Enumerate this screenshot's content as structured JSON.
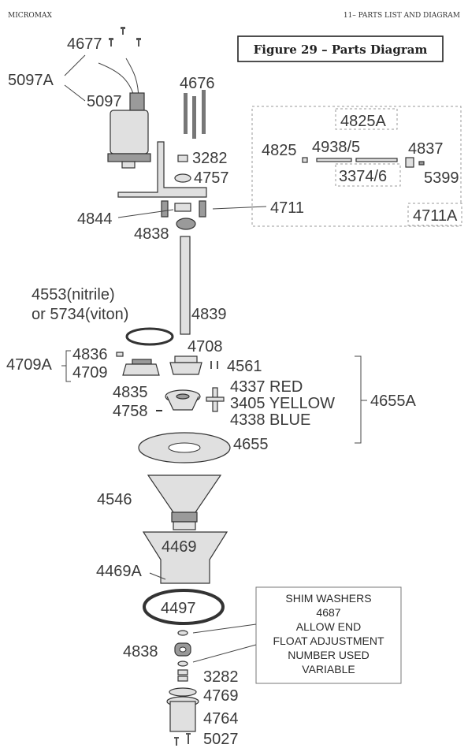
{
  "header": {
    "left": "MICROMAX",
    "right": "11– PARTS LIST AND DIAGRAM"
  },
  "figure_title": "Figure 29 – Parts Diagram",
  "labels": {
    "p4677": "4677",
    "p5097A": "5097A",
    "p5097": "5097",
    "p4676": "4676",
    "p3282_top": "3282",
    "p4757": "4757",
    "p4825A": "4825A",
    "p4825": "4825",
    "p4938_5": "4938/5",
    "p4837": "4837",
    "p3374_6": "3374/6",
    "p5399": "5399",
    "p4711": "4711",
    "p4711A": "4711A",
    "p4844": "4844",
    "p4838_top": "4838",
    "p4553": "4553(nitrile)",
    "p5734": "or 5734(viton)",
    "p4839": "4839",
    "p4708": "4708",
    "p4836": "4836",
    "p4709A": "4709A",
    "p4709": "4709",
    "p4561": "4561",
    "p4337": "4337 RED",
    "p3405": "3405 YELLOW",
    "p4338": "4338 BLUE",
    "p4835": "4835",
    "p4758": "4758",
    "p4655A": "4655A",
    "p4655": "4655",
    "p4546": "4546",
    "p4469": "4469",
    "p4469A": "4469A",
    "p4497": "4497",
    "p4838_bottom": "4838",
    "p3282_bottom": "3282",
    "p4769": "4769",
    "p4764": "4764",
    "p5027": "5027"
  },
  "note_lines": [
    "SHIM WASHERS",
    "4687",
    "ALLOW END",
    "FLOAT ADJUSTMENT",
    "NUMBER USED",
    "VARIABLE"
  ]
}
